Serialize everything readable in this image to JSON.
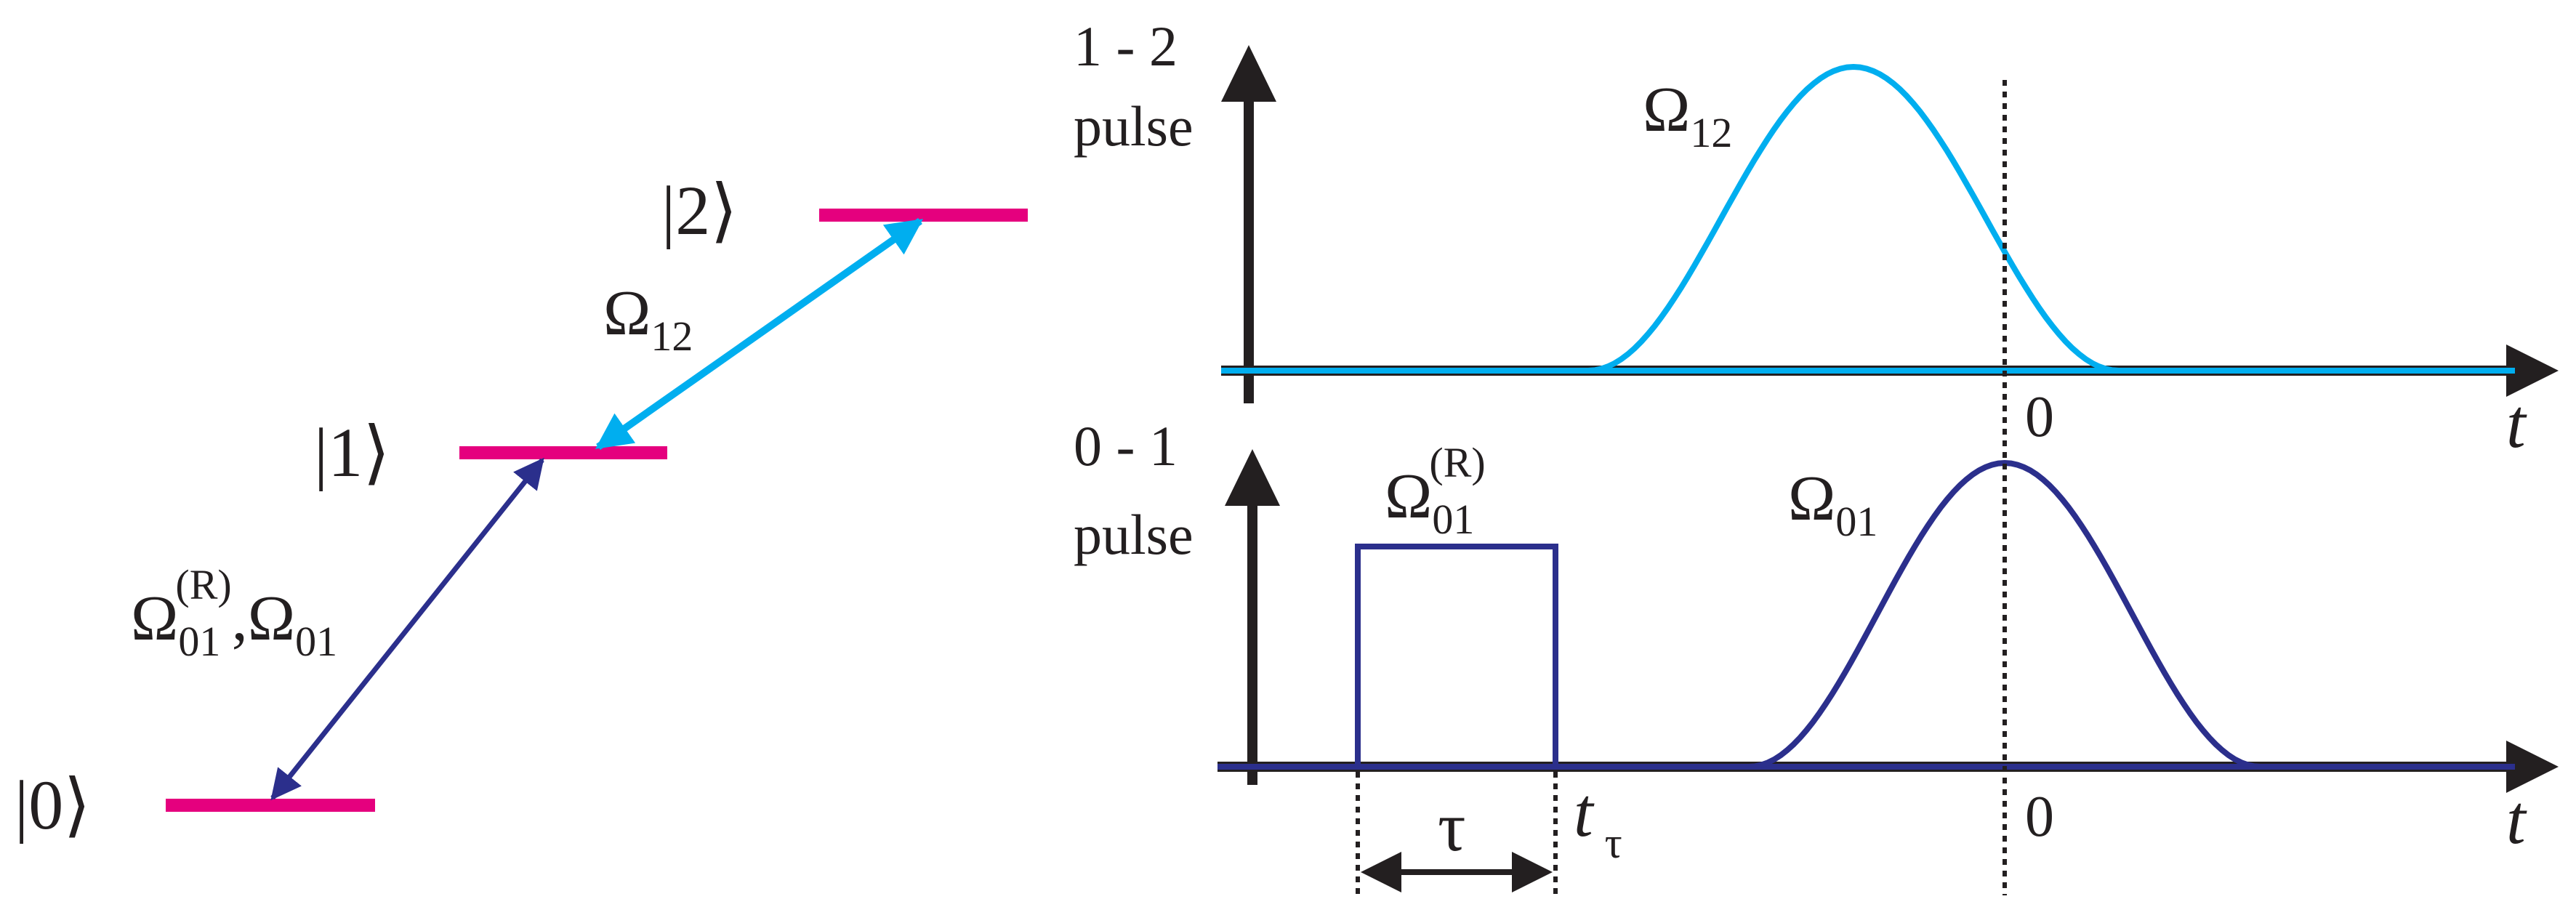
{
  "colors": {
    "level": "#e5007e",
    "transition_01": "#2b2f8c",
    "transition_12": "#00aeef",
    "axis": "#231f20",
    "text": "#231f20"
  },
  "level_diagram": {
    "levels": [
      {
        "label": "|0⟩"
      },
      {
        "label": "|1⟩"
      },
      {
        "label": "|2⟩"
      }
    ],
    "labels": {
      "omega12": {
        "main": "Ω",
        "sub": "12"
      },
      "omega01_r": {
        "main": "Ω",
        "sub": "01",
        "sup": "(R)"
      },
      "separator": ",",
      "omega01": {
        "main": "Ω",
        "sub": "01"
      }
    }
  },
  "pulse_12": {
    "ylabel_line1": "1 - 2",
    "ylabel_line2": "pulse",
    "xlabel": "t",
    "zero_label": "0",
    "curve": {
      "main": "Ω",
      "sub": "12",
      "shape": "gaussian"
    }
  },
  "pulse_01": {
    "ylabel_line1": "0 - 1",
    "ylabel_line2": "pulse",
    "xlabel": "t",
    "zero_label": "0",
    "curve": {
      "main": "Ω",
      "sub": "01",
      "shape": "gaussian"
    },
    "rect": {
      "main": "Ω",
      "sub": "01",
      "sup": "(R)",
      "shape": "rectangular"
    },
    "tau_label": "τ",
    "t_tau": {
      "main": "t",
      "sub": "τ"
    }
  }
}
